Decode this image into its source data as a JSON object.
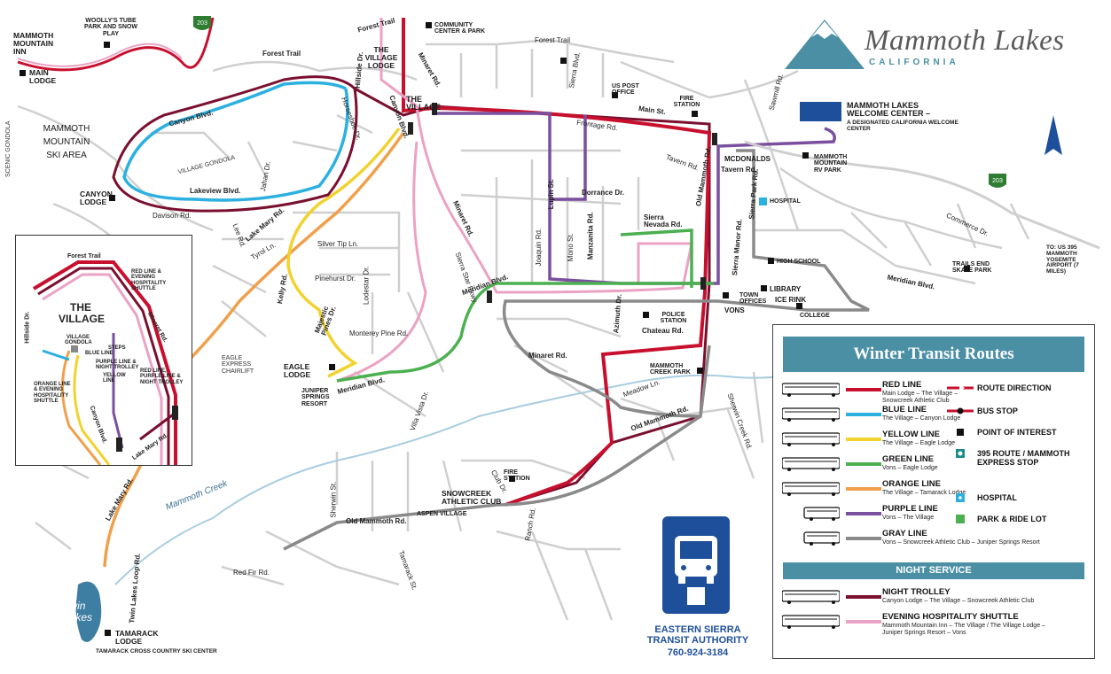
{
  "brand": {
    "logo_word": "Mammoth Lakes",
    "logo_state": "CALIFORNIA"
  },
  "colors": {
    "red": "#c8102e",
    "blue": "#2bb0e0",
    "yellow": "#f2d22e",
    "green": "#4cb050",
    "orange": "#f0a04b",
    "purple": "#7a4f9e",
    "gray": "#8a8a8a",
    "night": "#7a0f2e",
    "pink": "#eba2c4",
    "legend_header": "#4a8fa4",
    "esta_blue": "#1e4f9a"
  },
  "legend": {
    "title": "Winter Transit Routes",
    "routes": [
      {
        "name": "RED LINE",
        "desc1": "Main Lodge – The Village –",
        "desc2": "Snowcreek Athletic Club",
        "color": "#c8102e"
      },
      {
        "name": "BLUE LINE",
        "desc1": "The Village – Canyon Lodge",
        "desc2": "",
        "color": "#2bb0e0"
      },
      {
        "name": "YELLOW LINE",
        "desc1": "The Village – Eagle Lodge",
        "desc2": "",
        "color": "#f2d22e"
      },
      {
        "name": "GREEN LINE",
        "desc1": "Vons – Eagle Lodge",
        "desc2": "",
        "color": "#4cb050"
      },
      {
        "name": "ORANGE LINE",
        "desc1": "The Village – Tamarack Lodge",
        "desc2": "",
        "color": "#f0a04b"
      },
      {
        "name": "PURPLE LINE",
        "desc1": "Vons – The Village",
        "desc2": "",
        "color": "#7a4f9e"
      },
      {
        "name": "GRAY LINE",
        "desc1": "Vons – Snowcreek Athletic Club – Juniper Springs Resort",
        "desc2": "",
        "color": "#8a8a8a"
      }
    ],
    "symbols": [
      {
        "label": "ROUTE DIRECTION",
        "icon": "route-direction-arrow-icon"
      },
      {
        "label": "BUS STOP",
        "icon": "bus-stop-icon"
      },
      {
        "label": "POINT OF INTEREST",
        "icon": "point-of-interest-icon"
      },
      {
        "label": "395 ROUTE / MAMMOTH EXPRESS STOP",
        "icon": "express-stop-icon"
      },
      {
        "label": "HOSPITAL",
        "icon": "hospital-icon"
      },
      {
        "label": "PARK & RIDE LOT",
        "icon": "park-and-ride-icon"
      }
    ],
    "night_title": "NIGHT SERVICE",
    "night_routes": [
      {
        "name": "NIGHT TROLLEY",
        "desc1": "Canyon Lodge – The Village – Snowcreek Athletic Club",
        "desc2": "",
        "color": "#7a0f2e"
      },
      {
        "name": "EVENING HOSPITALITY SHUTTLE",
        "desc1": "Mammoth Mountain Inn – The Village / The Village Lodge –",
        "desc2": "Juniper Springs Resort – Vons",
        "color": "#eba2c4"
      }
    ]
  },
  "esta": {
    "name1": "EASTERN SIERRA",
    "name2": "TRANSIT AUTHORITY",
    "phone": "760-924-3184"
  },
  "pois": {
    "mammoth_mountain_inn": "MAMMOTH MOUNTAIN INN",
    "main_lodge": "MAIN LODGE",
    "woolly": "WOOLLY'S TUBE PARK AND SNOW PLAY",
    "ski_area": "MAMMOTH MOUNTAIN SKI AREA",
    "canyon_lodge": "CANYON LODGE",
    "village_lodge": "THE VILLAGE LODGE",
    "the_village": "THE VILLAGE",
    "community_center": "COMMUNITY CENTER & PARK",
    "post_office": "US POST OFFICE",
    "fire_station_1": "FIRE STATION",
    "welcome_center": "MAMMOTH LAKES WELCOME CENTER –",
    "welcome_sub": "A DESIGNATED CALIFORNIA WELCOME CENTER",
    "rv_park": "MAMMOTH MOUNTAIN RV PARK",
    "mcdonalds": "McDONALDS",
    "hospital": "HOSPITAL",
    "high_school": "HIGH SCHOOL",
    "library": "LIBRARY",
    "ice_rink": "ICE RINK",
    "town_offices": "TOWN OFFICES",
    "vons": "VONS",
    "college": "COLLEGE",
    "skate_park": "TRAILS END SKATE PARK",
    "airport": "TO: US 395 MAMMOTH YOSEMITE AIRPORT (7 miles)",
    "police": "POLICE STATION",
    "creek_park": "MAMMOTH CREEK PARK",
    "eagle_lodge": "EAGLE LODGE",
    "juniper": "JUNIPER SPRINGS RESORT",
    "snowcreek": "SNOWCREEK ATHLETIC CLUB",
    "fire_station_2": "FIRE STATION",
    "aspen_village": "ASPEN VILLAGE",
    "tamarack": "TAMARACK LODGE",
    "tamarack_sub": "TAMARACK CROSS COUNTRY SKI CENTER",
    "twin_lakes": "Twin Lakes",
    "mammoth_creek": "Mammoth Creek",
    "eagle_express": "EAGLE EXPRESS CHAIRLIFT",
    "scenic_gondola": "SCENIC GONDOLA",
    "village_gondola": "VILLAGE GONDOLA"
  },
  "streets": {
    "forest_trail": "Forest Trail",
    "main_st": "Main St.",
    "minaret_rd": "Minaret Rd.",
    "canyon_blvd": "Canyon Blvd.",
    "lakeview": "Lakeview Blvd.",
    "davison": "Davison Rd.",
    "lake_mary": "Lake Mary Rd.",
    "frontage": "Frontage Rd.",
    "dorrance": "Dorrance Dr.",
    "sierra_nevada": "Sierra Nevada Rd.",
    "meridian": "Meridian Blvd.",
    "old_mammoth": "Old Mammoth Rd.",
    "chateau": "Chateau Rd.",
    "minaret_rd2": "Minaret Rd.",
    "meadow": "Meadow Ln.",
    "kelly": "Kelly Rd.",
    "majestic": "Majestic Pines Dr.",
    "monterey": "Monterey Pine Rd.",
    "silver_tip": "Silver Tip Ln.",
    "pinehurst": "Pinehurst Dr.",
    "lodestar": "Lodestar Dr.",
    "azimuth": "Azimuth Dr.",
    "sherwin_creek": "Sherwin Creek Rd.",
    "red_fir": "Red Fir Rd.",
    "tamarack_st": "Tamarack St.",
    "ranch": "Ranch Rd.",
    "sherwin_st": "Sherwin St.",
    "club_dr": "Club Dr.",
    "twin_lakes_loop": "Twin Lakes Loop Rd.",
    "commerce": "Commerce Dr.",
    "tavern": "Tavern Rd.",
    "sierra_park": "Sierra Park Rd.",
    "sierra_manor": "Sierra Manor Rd.",
    "joaquin": "Joaquin Rd.",
    "lupin": "Lupin St.",
    "mono": "Mono St.",
    "manzanita": "Manzanita Rd.",
    "sawmill": "Sawmill Rd.",
    "sierra_blvd": "Sierra Blvd.",
    "villa_vista": "Villa Vista Dr.",
    "hillside": "Hillside Dr.",
    "horseshoe": "Horseshoe Dr.",
    "jahan": "Jahan Dr.",
    "lee": "Lee Rd.",
    "tyrol": "Tyrol Ln.",
    "sierra_star": "Sierra Star Pkwy.",
    "old_mammoth_lower": "Old Mammoth Rd."
  },
  "inset": {
    "title": "THE VILLAGE",
    "forest_trail": "Forest Trail",
    "hillside": "Hillside Dr.",
    "minaret": "Minaret Rd.",
    "canyon": "Canyon Blvd.",
    "lake_mary": "Lake Mary Rd.",
    "gondola": "VILLAGE GONDOLA",
    "steps": "STEPS",
    "red_shuttle": "RED LINE & EVENING HOSPITALITY SHUTTLE",
    "blue": "BLUE LINE",
    "purple_trolley": "PURPLE LINE & NIGHT TROLLEY",
    "yellow": "YELLOW LINE",
    "orange_shuttle": "ORANGE LINE & EVENING HOSPITALITY SHUTTLE",
    "red_purple_trolley": "RED LINE, PURPLE LINE & NIGHT TROLLEY"
  },
  "shields": {
    "hwy203_top": "203",
    "hwy203_east": "203"
  }
}
